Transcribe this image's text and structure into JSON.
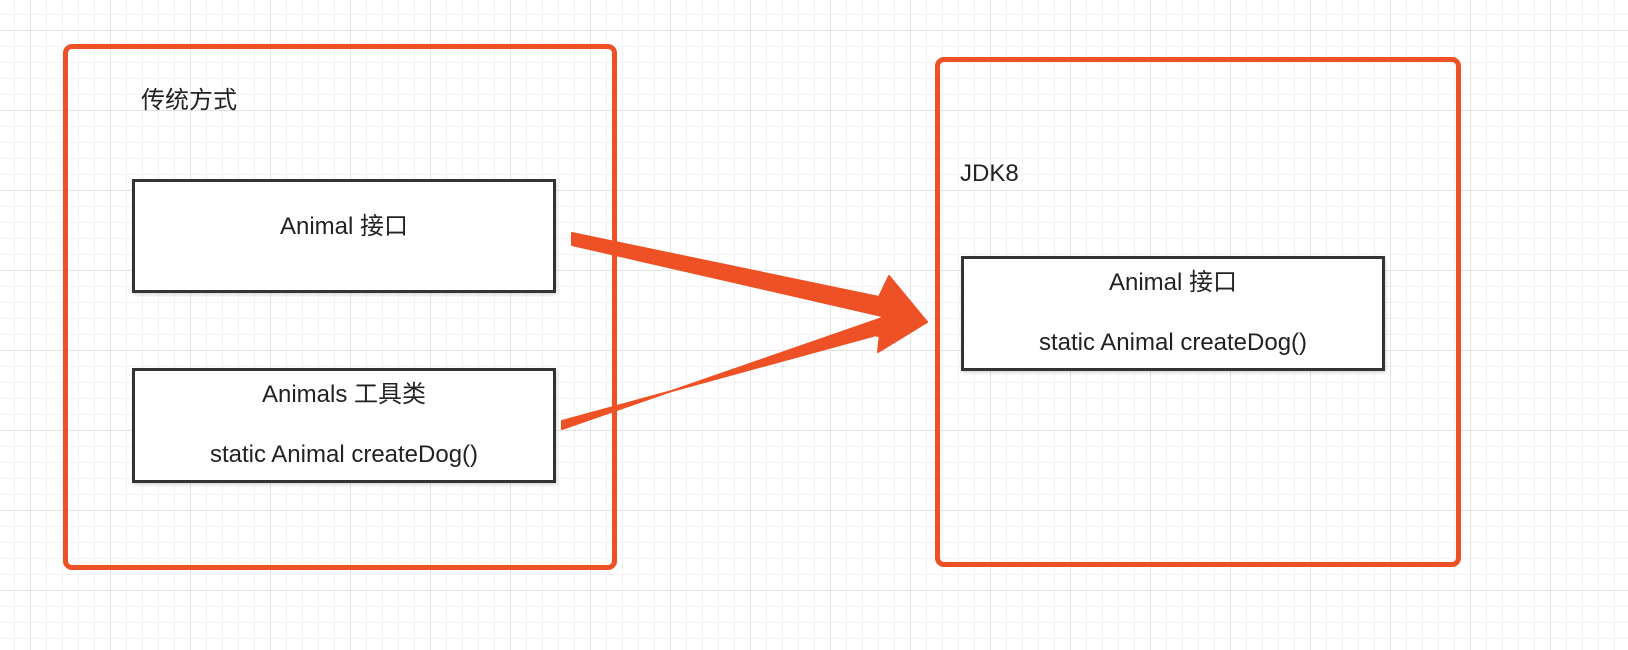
{
  "colors": {
    "group_border": "#ee5125",
    "arrow": "#ee5125",
    "box_border": "#333333",
    "grid": "#e4e4e4"
  },
  "left_group": {
    "title": "传统方式",
    "interface_box": {
      "name": "Animal",
      "kind": "接口"
    },
    "utility_box": {
      "name": "Animals",
      "kind": "工具类",
      "method": "static Animal createDog()"
    }
  },
  "right_group": {
    "title": "JDK8",
    "interface_box": {
      "name": "Animal",
      "kind": "接口",
      "method": "static Animal createDog()"
    }
  }
}
